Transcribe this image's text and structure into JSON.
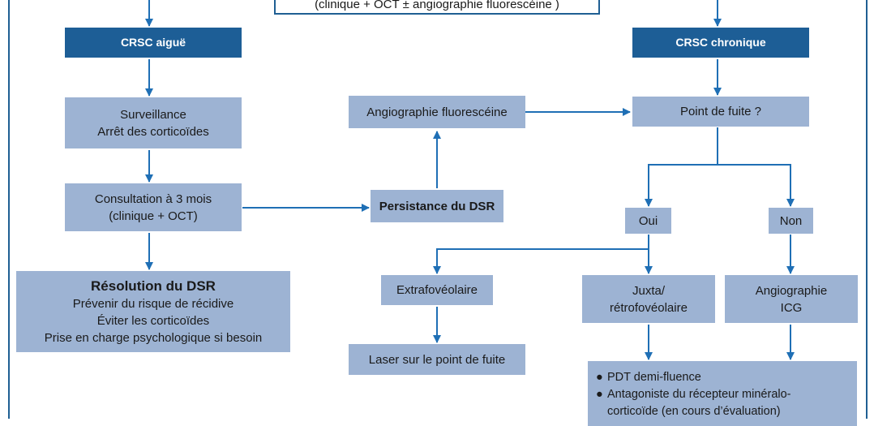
{
  "top_box": {
    "text": "(clinique + OCT ± angiographie fluorescéine )"
  },
  "acute": {
    "title": "CRSC aiguë",
    "surveillance": [
      "Surveillance",
      "Arrêt des corticoïdes"
    ],
    "consultation": [
      "Consultation à 3 mois",
      "(clinique + OCT)"
    ],
    "resolution_title": "Résolution du DSR",
    "resolution_lines": [
      "Prévenir du risque de récidive",
      "Éviter les corticoïdes",
      "Prise en charge psychologique si besoin"
    ]
  },
  "middle": {
    "angio": "Angiographie fluorescéine",
    "persistence": "Persistance du DSR",
    "extrafoveal": "Extrafovéolaire",
    "laser": "Laser sur le point de fuite"
  },
  "chronic": {
    "title": "CRSC chronique",
    "leak_point": "Point de fuite ?",
    "yes": "Oui",
    "no": "Non",
    "juxta": [
      "Juxta/",
      "rétrofovéolaire"
    ],
    "icg": [
      "Angiographie",
      "ICG"
    ],
    "treatments": [
      "PDT demi-fluence",
      "Antagoniste du récepteur minéralo-",
      "corticoïde (en cours d’évaluation)"
    ],
    "bullet": "●"
  }
}
